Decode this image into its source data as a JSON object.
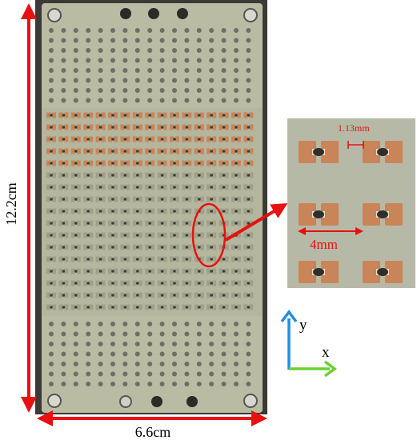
{
  "labels": {
    "height": "12.2cm",
    "width": "6.6cm",
    "gap": "1.13mm",
    "pitch": "4mm",
    "axis_y": "y",
    "axis_x": "x"
  },
  "colors": {
    "dimension_arrow": "#e81010",
    "board": "#b9bba3",
    "board_dark": "#9fa08a",
    "pad_copper": "#c98458",
    "hole": "#6e6f64",
    "inset_bg": "#b7b9a7",
    "axis_y": "#1e8fe6",
    "axis_x": "#6bd034"
  }
}
